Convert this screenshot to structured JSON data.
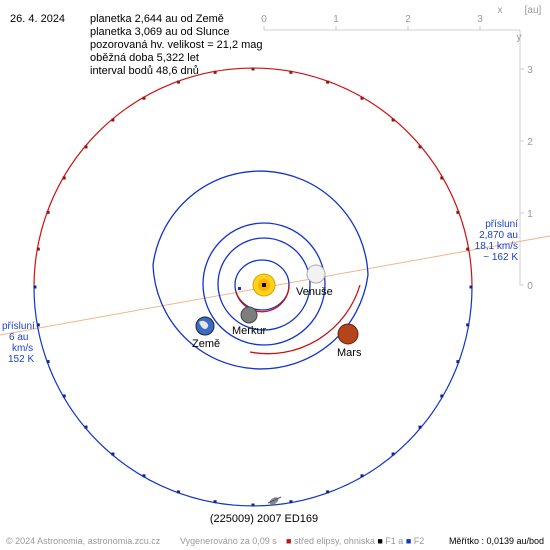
{
  "date": "26. 4. 2024",
  "info": {
    "line1": "planetka 2,644 au od Země",
    "line2": "planetka 3,069 au od Slunce",
    "line3": "pozorovaná hv. velikost = 21,2 mag",
    "line4": "oběžná doba 5,322 let",
    "line5": "interval bodů 48,6 dnů"
  },
  "axis": {
    "unit": "[au]",
    "x_label": "x",
    "y_label": "y",
    "x_ticks": [
      "0",
      "1",
      "2",
      "3"
    ],
    "y_ticks": [
      "3",
      "2",
      "1",
      "0"
    ]
  },
  "bodies": {
    "venus": "Venuše",
    "mercury": "Merkur",
    "earth": "Země",
    "mars": "Mars",
    "asteroid": "(225009) 2007 ED169"
  },
  "perihelion_right": {
    "title": "přísluní",
    "dist": "2,870 au",
    "speed": "18,1 km/s",
    "temp": "~ 162 K"
  },
  "aphelion_left": {
    "title": "přísluní",
    "dist": "6 au",
    "speed": "km/s",
    "temp": "152 K"
  },
  "footer": {
    "copyright": "© 2024 Astronomia, astronomia.zcu.cz",
    "generated": "Vygenerováno za 0,09 s",
    "legend_center": "střed elipsy, ohniska",
    "legend_f1": "F1 a",
    "legend_f2": "F2",
    "scale": "Měřítko : 0,0139 au/bod"
  },
  "colors": {
    "orbit_red": "#cc1111",
    "orbit_blue": "#1133cc",
    "apsis_line": "#f2b48c",
    "axis_gray": "#cfcfcf",
    "footer_gray": "#9a9a9a"
  }
}
